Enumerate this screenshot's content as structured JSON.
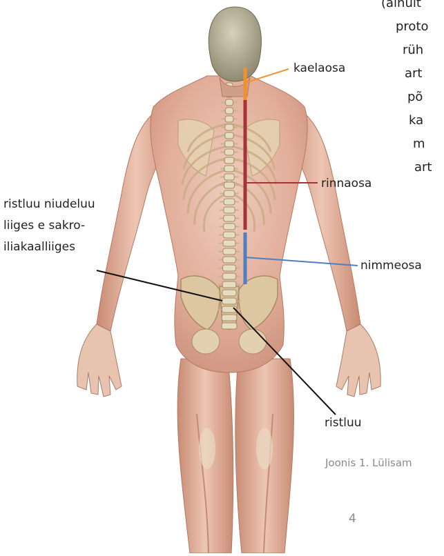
{
  "labels": {
    "cervical": "kaelaosa",
    "thoracic": "rinnaosa",
    "lumbar": "nimmeosa",
    "sacrum": "ristluu",
    "si_joint_lines": [
      "ristluu niudeluu",
      "liiges e sakro-",
      "iliakaalliiges"
    ]
  },
  "side_text_fragments": [
    "(ainult",
    "proto",
    "rüh",
    "art",
    "põ",
    "ka",
    "m",
    "art"
  ],
  "caption": "Joonis 1. Lülisam",
  "page_number": "4",
  "colors": {
    "cervical": "#f0912d",
    "thoracic": "#a7323a",
    "lumbar": "#4f7fc0",
    "leader": "#111111",
    "skin": "#e7bfae",
    "muscle": "#d79e8b",
    "bone": "#e3d7b5"
  }
}
